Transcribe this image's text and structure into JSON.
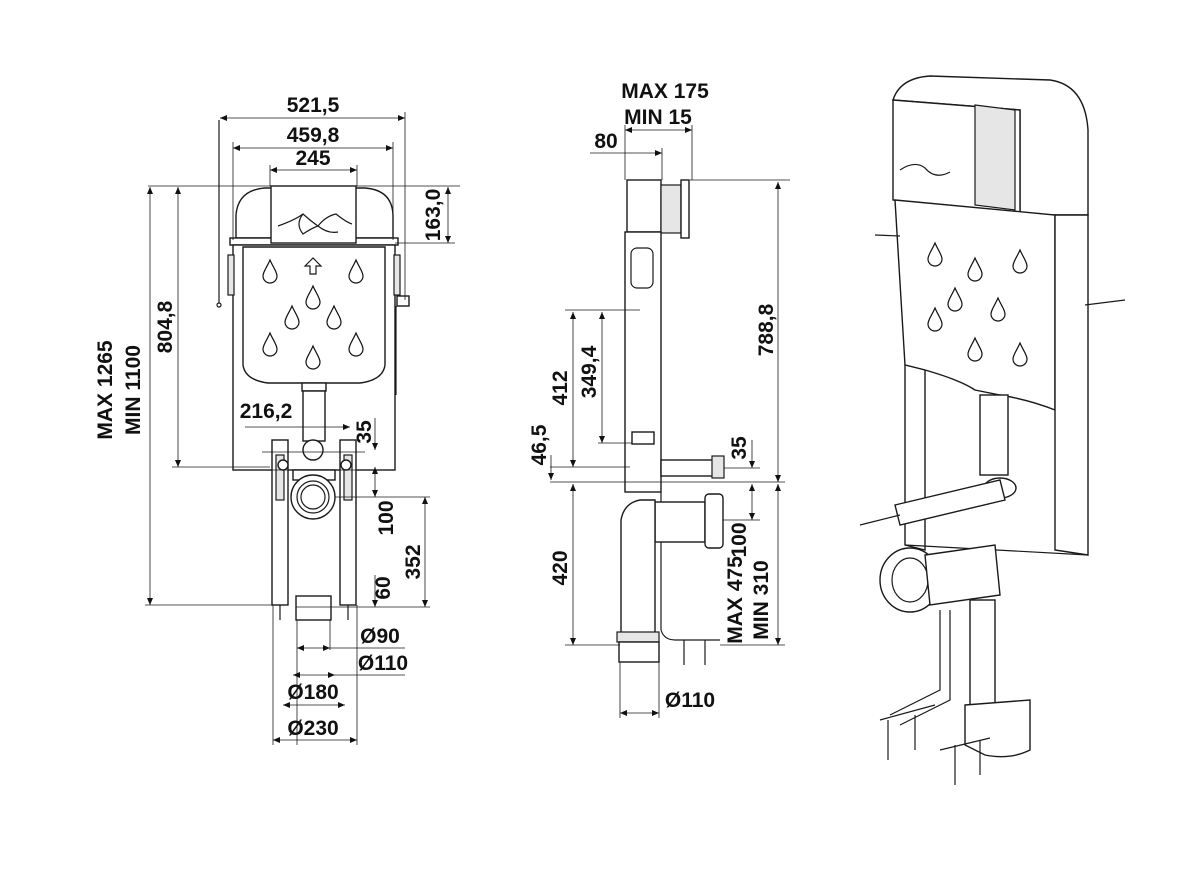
{
  "front_view": {
    "width_overall": "521,5",
    "width_frame": "459,8",
    "width_plate": "245",
    "height_plate_zone": "163,0",
    "height_cistern": "804,8",
    "height_max": "MAX 1265",
    "height_min": "MIN 1100",
    "leg_spacing": "216,2",
    "offset_35": "35",
    "offset_100": "100",
    "offset_352": "352",
    "offset_60": "60",
    "dia_90": "Ø90",
    "dia_110": "Ø110",
    "dia_180": "Ø180",
    "dia_230": "Ø230"
  },
  "side_view": {
    "depth_max": "MAX 175",
    "depth_min": "MIN 15",
    "depth_80": "80",
    "height_788": "788,8",
    "height_412": "412",
    "height_349": "349,4",
    "height_46": "46,5",
    "offset_35": "35",
    "height_420": "420",
    "offset_100": "100",
    "height_max": "MAX 475",
    "height_min": "MIN 310",
    "dia_110": "Ø110"
  }
}
